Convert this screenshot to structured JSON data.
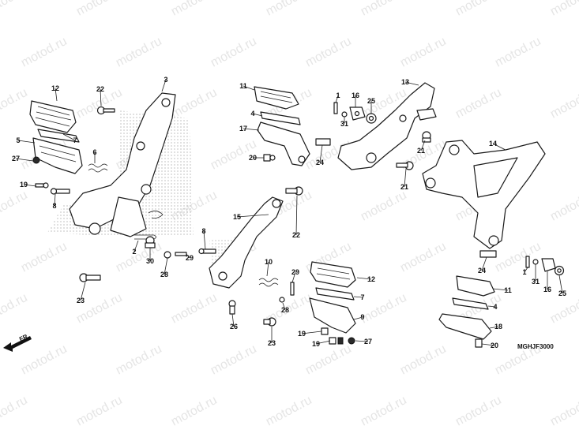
{
  "watermark": "motod.ru",
  "diagram_code": "MGHJF3000",
  "direction_label": "FR.",
  "callouts": [
    {
      "id": "c12a",
      "label": "12"
    },
    {
      "id": "c22a",
      "label": "22"
    },
    {
      "id": "c3",
      "label": "3"
    },
    {
      "id": "c5",
      "label": "5"
    },
    {
      "id": "c7a",
      "label": "7"
    },
    {
      "id": "c27a",
      "label": "27"
    },
    {
      "id": "c6",
      "label": "6"
    },
    {
      "id": "c19a",
      "label": "19"
    },
    {
      "id": "c8a",
      "label": "8"
    },
    {
      "id": "c2",
      "label": "2"
    },
    {
      "id": "c30",
      "label": "30"
    },
    {
      "id": "c23a",
      "label": "23"
    },
    {
      "id": "c11a",
      "label": "11"
    },
    {
      "id": "c4a",
      "label": "4"
    },
    {
      "id": "c17",
      "label": "17"
    },
    {
      "id": "c20a",
      "label": "20"
    },
    {
      "id": "c1a",
      "label": "1"
    },
    {
      "id": "c16a",
      "label": "16"
    },
    {
      "id": "c25a",
      "label": "25"
    },
    {
      "id": "c31a",
      "label": "31"
    },
    {
      "id": "c13",
      "label": "13"
    },
    {
      "id": "c21a",
      "label": "21"
    },
    {
      "id": "c24a",
      "label": "24"
    },
    {
      "id": "c21b",
      "label": "21"
    },
    {
      "id": "c14",
      "label": "14"
    },
    {
      "id": "c15",
      "label": "15"
    },
    {
      "id": "c22b",
      "label": "22"
    },
    {
      "id": "c8b",
      "label": "8"
    },
    {
      "id": "c28a",
      "label": "28"
    },
    {
      "id": "c29a",
      "label": "29"
    },
    {
      "id": "c10",
      "label": "10"
    },
    {
      "id": "c29b",
      "label": "29"
    },
    {
      "id": "c12b",
      "label": "12"
    },
    {
      "id": "c7b",
      "label": "7"
    },
    {
      "id": "c28b",
      "label": "28"
    },
    {
      "id": "c9",
      "label": "9"
    },
    {
      "id": "c26",
      "label": "26"
    },
    {
      "id": "c23b",
      "label": "23"
    },
    {
      "id": "c19b",
      "label": "19"
    },
    {
      "id": "c19c",
      "label": "19"
    },
    {
      "id": "c27b",
      "label": "27"
    },
    {
      "id": "c24b",
      "label": "24"
    },
    {
      "id": "c1b",
      "label": "1"
    },
    {
      "id": "c31b",
      "label": "31"
    },
    {
      "id": "c16b",
      "label": "16"
    },
    {
      "id": "c25b",
      "label": "25"
    },
    {
      "id": "c11b",
      "label": "11"
    },
    {
      "id": "c4b",
      "label": "4"
    },
    {
      "id": "c18",
      "label": "18"
    },
    {
      "id": "c20b",
      "label": "20"
    }
  ]
}
